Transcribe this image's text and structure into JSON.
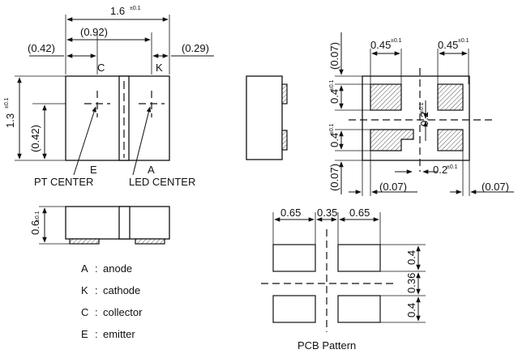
{
  "top_view": {
    "overall_width": "1.6",
    "overall_width_tol": "±0.1",
    "c_spacing": "(0.92)",
    "left_offset": "(0.42)",
    "right_offset": "(0.29)",
    "height": "1.3",
    "height_tol": "±0.1",
    "center_height": "(0.42)",
    "label_c": "C",
    "label_k": "K",
    "label_e": "E",
    "label_a": "A",
    "pt_center": "PT CENTER",
    "led_center": "LED CENTER"
  },
  "side_view": {
    "thickness": "0.6",
    "thickness_tol": "±0.1"
  },
  "bottom_view": {
    "pad_width_left": "0.45",
    "pad_width_left_tol": "±0.1",
    "pad_width_right": "0.45",
    "pad_width_right_tol": "±0.1",
    "top_margin": "(0.07)",
    "pad_height_top": "0.4",
    "pad_height_top_tol": "±0.1",
    "pad_height_bottom": "0.4",
    "pad_height_bottom_tol": "±0.1",
    "gap_vertical": "0.2",
    "gap_vertical_tol": "±0.1",
    "gap_horizontal": "0.2",
    "gap_horizontal_tol": "±0.1",
    "bottom_margin": "(0.07)",
    "left_margin": "(0.07)",
    "right_margin": "(0.07)"
  },
  "pcb_pattern": {
    "title": "PCB Pattern",
    "w_left": "0.65",
    "w_gap": "0.35",
    "w_right": "0.65",
    "h_top": "0.4",
    "h_gap": "0.36",
    "h_bottom": "0.4"
  },
  "legend": [
    {
      "key": "A",
      "sep": ":",
      "desc": "anode"
    },
    {
      "key": "K",
      "sep": ":",
      "desc": "cathode"
    },
    {
      "key": "C",
      "sep": ":",
      "desc": "collector"
    },
    {
      "key": "E",
      "sep": ":",
      "desc": "emitter"
    }
  ]
}
